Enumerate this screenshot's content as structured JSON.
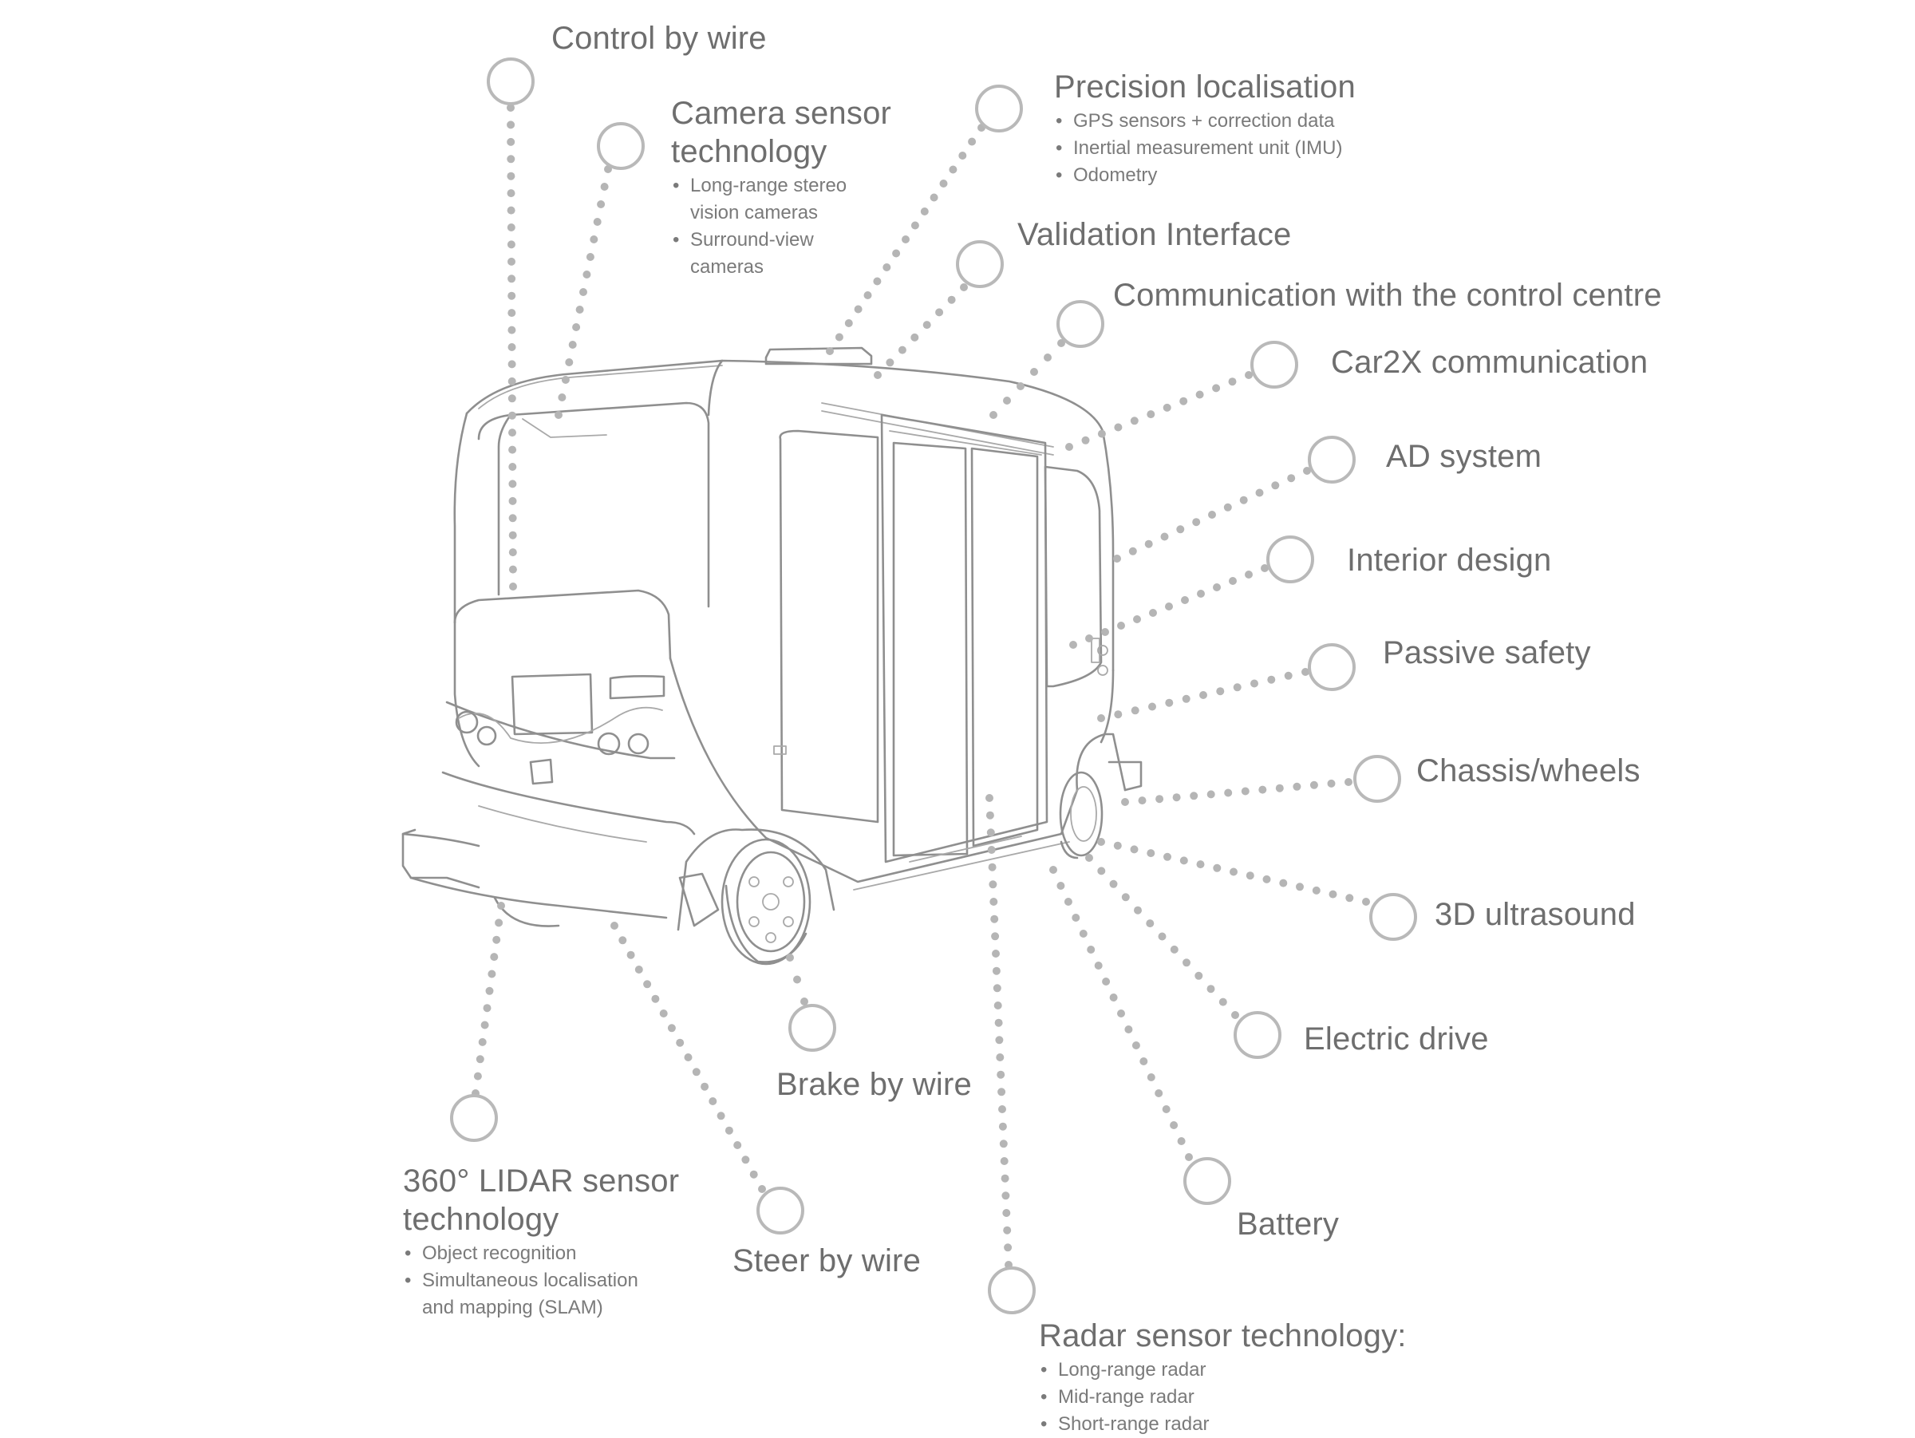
{
  "labels": {
    "control_by_wire": {
      "title": "Control by wire"
    },
    "camera": {
      "title_lines": [
        "Camera sensor",
        "technology"
      ],
      "bullets": [
        [
          "Long-range stereo",
          "vision cameras"
        ],
        [
          "Surround-view",
          "cameras"
        ]
      ]
    },
    "precision": {
      "title": "Precision localisation",
      "bullets": [
        "GPS sensors + correction data",
        "Inertial measurement unit (IMU)",
        "Odometry"
      ]
    },
    "validation": {
      "title": "Validation Interface"
    },
    "communication": {
      "title": "Communication with the control centre"
    },
    "car2x": {
      "title": "Car2X communication"
    },
    "ad_system": {
      "title": "AD system"
    },
    "interior": {
      "title": "Interior design"
    },
    "passive": {
      "title": "Passive safety"
    },
    "chassis": {
      "title": "Chassis/wheels"
    },
    "ultrasound": {
      "title": "3D ultrasound"
    },
    "electric": {
      "title": "Electric drive"
    },
    "battery": {
      "title": "Battery"
    },
    "radar": {
      "title": "Radar sensor technology:",
      "bullets": [
        "Long-range radar",
        "Mid-range radar",
        "Short-range radar"
      ]
    },
    "steer": {
      "title": "Steer by wire"
    },
    "brake": {
      "title": "Brake by wire"
    },
    "lidar": {
      "title_lines": [
        "360° LIDAR sensor",
        "technology"
      ],
      "bullets": [
        [
          "Object recognition"
        ],
        [
          "Simultaneous localisation",
          "and mapping (SLAM)"
        ]
      ]
    }
  },
  "colors": {
    "line": "#8f8f8f",
    "dots": "#b5b5b5",
    "node": "#b9b9b9",
    "text": "#6e6e6e"
  }
}
